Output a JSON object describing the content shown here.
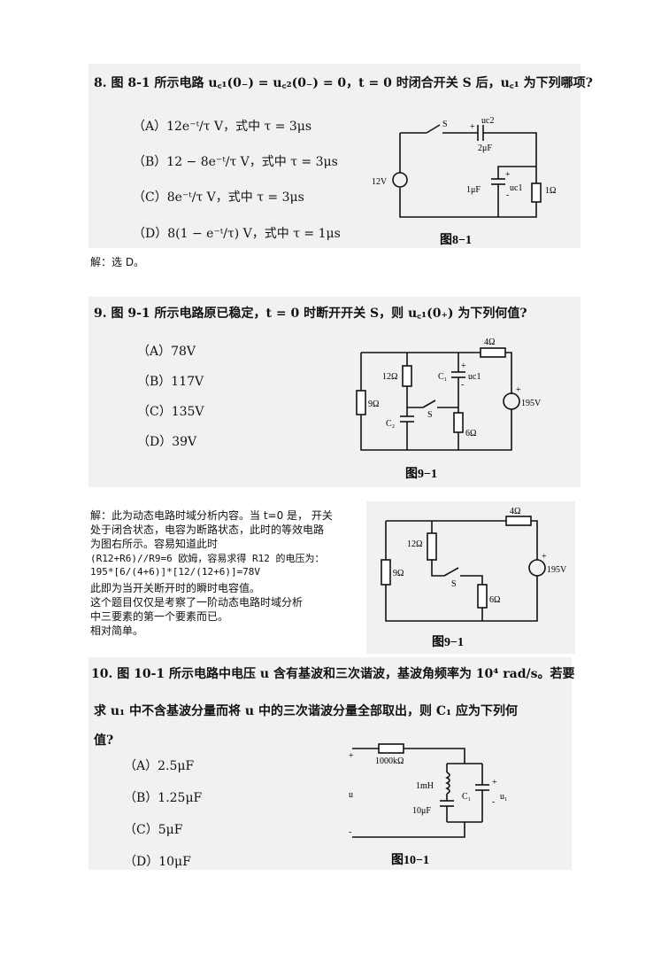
{
  "q8": {
    "title": "8. 图 8-1 所示电路 u꜀₁(0₋) = u꜀₂(0₋) = 0，t = 0 时闭合开关 S 后，u꜀₁ 为下列哪项?",
    "options": [
      "（A）12e⁻ᵗ/τ V，式中 τ = 3μs",
      "（B）12 − 8e⁻ᵗ/τ V，式中 τ = 3μs",
      "（C）8e⁻ᵗ/τ V，式中 τ = 3μs",
      "（D）8(1 − e⁻ᵗ/τ) V，式中 τ = 1μs"
    ],
    "figure": {
      "caption": "图8−1",
      "switch": "S",
      "uc2": "uc2",
      "c2": "2μF",
      "source": "12V",
      "c1": "1μF",
      "uc1": "uc1",
      "r": "1Ω",
      "plus": "+",
      "minus": "-"
    },
    "answer": "解：选 D。"
  },
  "q9": {
    "title": "9. 图 9-1 所示电路原已稳定，t = 0 时断开开关 S，则 u꜀₁(0₊) 为下列何值?",
    "options": [
      "（A）78V",
      "（B）117V",
      "（C）135V",
      "（D）39V"
    ],
    "figure": {
      "caption": "图9−1",
      "r4": "4Ω",
      "r12": "12Ω",
      "c1": "C₁",
      "uc1": "uc1",
      "r9": "9Ω",
      "switch": "S",
      "source": "195V",
      "c2": "C₂",
      "r6": "6Ω",
      "plus": "+",
      "minus": "-"
    },
    "answer_lines": [
      "解：此为动态电路时域分析内容。当 t=0 是， 开关",
      "处于闭合状态，电容为断路状态，此时的等效电路",
      "为图右所示。容易知道此时",
      "(R12+R6)//R9=6 欧姆，容易求得 R12 的电压为：",
      "195*[6/(4+6)]*[12/(12+6)]=78V",
      "此即为当开关断开时的瞬时电容值。",
      "这个题目仅仅是考察了一阶动态电路时域分析",
      "中三要素的第一个要素而已。",
      "相对简单。"
    ],
    "equiv_figure": {
      "caption": "图9−1",
      "r4": "4Ω",
      "r12": "12Ω",
      "r9": "9Ω",
      "switch": "S",
      "source": "195V",
      "r6": "6Ω",
      "plus": "+"
    }
  },
  "q10": {
    "title_line1": "10. 图 10-1 所示电路中电压 u 含有基波和三次谐波，基波角频率为 10⁴ rad/s。若要",
    "title_line2": "求 u₁ 中不含基波分量而将 u 中的三次谐波分量全部取出，则 C₁ 应为下列何",
    "title_line3": "值?",
    "options": [
      "（A）2.5μF",
      "（B）1.25μF",
      "（C）5μF",
      "（D）10μF"
    ],
    "figure": {
      "caption": "图10−1",
      "r": "1000kΩ",
      "l": "1mH",
      "c": "10μF",
      "c1": "C₁",
      "u": "u",
      "u1": "u₁",
      "plus": "+",
      "minus": "-"
    }
  }
}
